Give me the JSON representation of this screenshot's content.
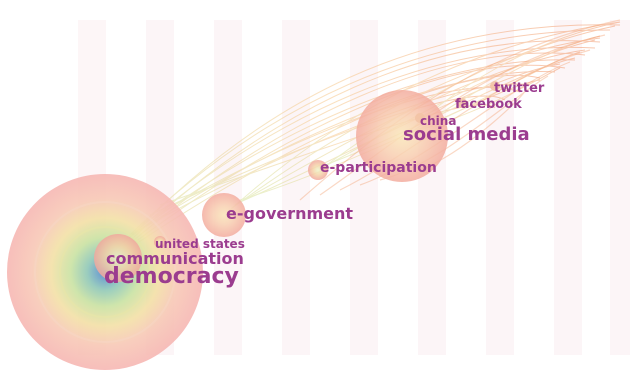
{
  "keywords": {
    "democracy": "democracy",
    "communication": "communication",
    "united_states": "united states",
    "e_government": "e-government",
    "e_participation": "e-participation",
    "social_media": "social media",
    "china": "china",
    "facebook": "facebook",
    "twitter": "twitter"
  },
  "colors": {
    "label": "#9b3c8f",
    "background_stripe": "#fbeef0",
    "node_outer": "#f6c4c0",
    "node_inner": "#a7d7c6",
    "node_core": "#7fb8e0",
    "edge_warm": "#f5b07a",
    "edge_cool": "#d9e0a0"
  }
}
